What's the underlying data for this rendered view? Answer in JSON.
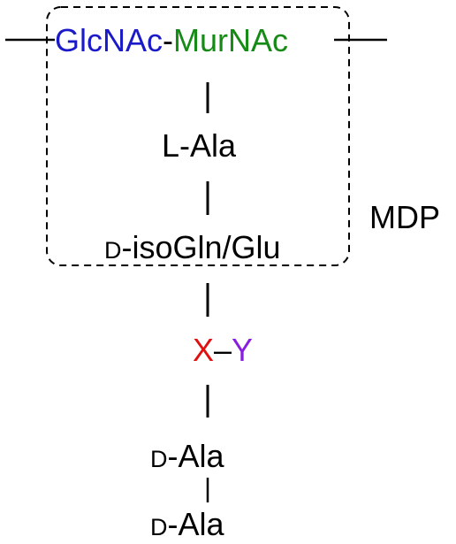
{
  "top_unit": {
    "glcnac": "GlcNAc",
    "hyphen": "-",
    "murnac": "MurNAc"
  },
  "l_ala": "L-Ala",
  "d_isogln": {
    "prefix": "D",
    "rest": "-isoGln/Glu"
  },
  "mdp_label": "MDP",
  "xy": {
    "x": "X",
    "dash": "–",
    "y": "Y"
  },
  "d_ala_1": {
    "prefix": "D",
    "rest": "-Ala"
  },
  "d_ala_2": {
    "prefix": "D",
    "rest": "-Ala"
  },
  "colors": {
    "glcnac": "#1a1ac8",
    "murnac": "#158a15",
    "x": "#e01010",
    "y": "#8a1ee0",
    "ink": "#000000"
  }
}
